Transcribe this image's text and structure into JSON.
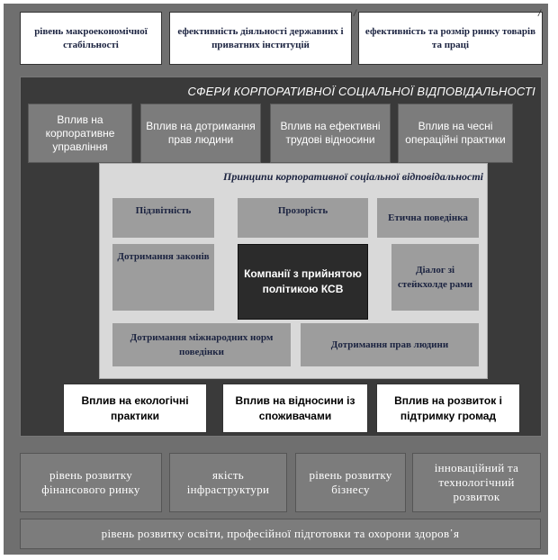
{
  "top_factors": [
    "рівень макроекономічної стабільності",
    "ефективність діяльності державних і приватних інституцій",
    "ефективність та розмір ринку товарів та праці"
  ],
  "corner_marks": [
    "/",
    "/"
  ],
  "spheres": {
    "title": "СФЕРИ КОРПОРАТИВНОЇ СОЦІАЛЬНОЇ ВІДПОВІДАЛЬНОСТІ",
    "top_row": [
      "Вплив на корпоративне управління",
      "Вплив на дотримання прав людини",
      "Вплив на ефективні трудові відносини",
      "Вплив на чесні операційні практики"
    ],
    "bottom_row": [
      "Вплив на екологічні практики",
      "Вплив на відносини із споживачами",
      "Вплив на розвиток і підтримку громад"
    ]
  },
  "principles": {
    "title": "Принципи корпоративної соціальної відповідальності",
    "items": [
      "Підзвітність",
      "Прозорість",
      "Етична поведінка",
      "Дотримання законів",
      "Діалог зі стейкхолде рами",
      "Дотримання міжнародних норм поведінки",
      "Дотримання прав людини"
    ],
    "center": "Компанії з прийнятою політикою КСВ"
  },
  "bottom_factors": [
    "рівень розвитку фінансового ринку",
    "якість інфраструктури",
    "рівень розвитку бізнесу",
    "інноваційний та технологічний розвиток"
  ],
  "bottom_wide": "рівень розвитку освіти, професійної підготовки та охорони здоров᾽я"
}
